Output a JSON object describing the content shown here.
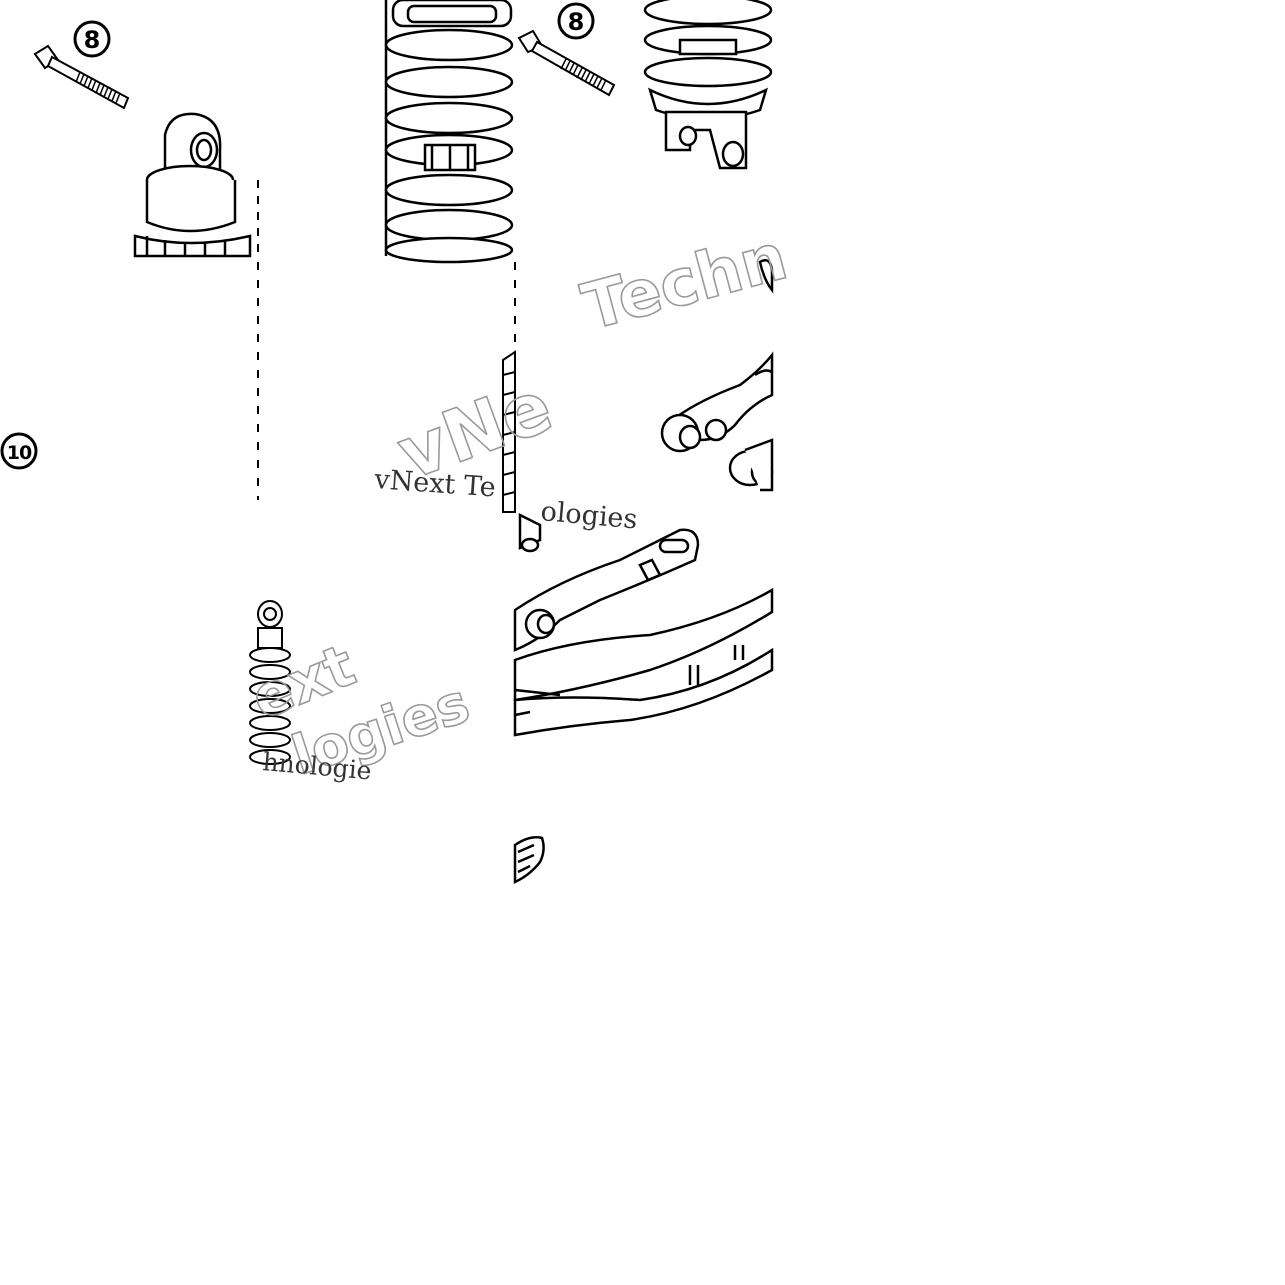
{
  "diagram": {
    "callouts": [
      {
        "id": "callout-8-a",
        "label": "8"
      },
      {
        "id": "callout-8-b",
        "label": "8"
      },
      {
        "id": "callout-10",
        "label": "10"
      }
    ],
    "watermark": {
      "brand": "vNext Technologies",
      "fragments": [
        "Techn",
        "vNe",
        "vNext Te",
        "ologies",
        "ext",
        "logies",
        "hnologie"
      ]
    }
  },
  "colors": {
    "line": "#000000",
    "background": "#ffffff",
    "watermark_outline": "#9a9a9a",
    "watermark_text": "#333333"
  },
  "icons": [
    "bolt-icon",
    "shock-absorber-icon",
    "coil-spring-icon",
    "linkage-lever-icon",
    "swingarm-icon",
    "shock-clevis-icon"
  ]
}
